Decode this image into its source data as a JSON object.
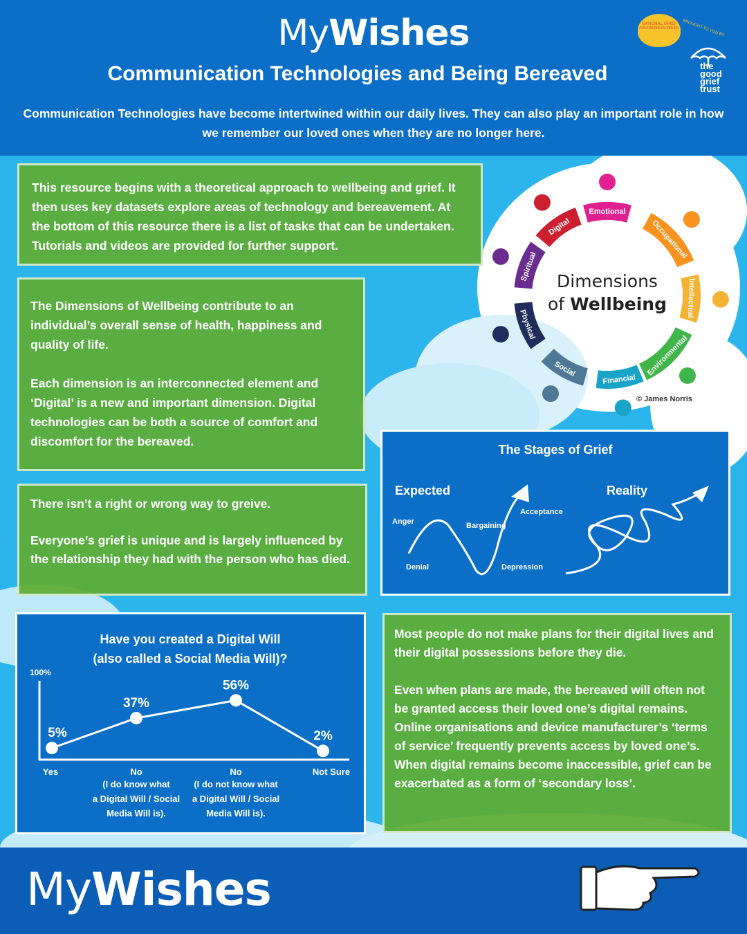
{
  "header": {
    "logo_my": "My",
    "logo_wishes": "Wishes",
    "title": "Communication Technologies and Being Bereaved",
    "intro": "Communication Technologies have become intertwined within our daily lives. They can also play an important role in how we remember our loved ones when they are no longer here.",
    "badge_heart": "NATIONAL GRIEF AWARENESS WEEK",
    "badge_brought": "BROUGHT TO YOU BY",
    "badge_goodgrief": "the good grief trust"
  },
  "box1": "This resource begins with a theoretical approach to wellbeing and grief. It then uses key datasets explore areas of technology and bereavement. At the bottom of this resource there is a list of tasks that can be undertaken. Tutorials and videos are provided for further support.",
  "box2": {
    "p1": "The Dimensions of Wellbeing contribute to an individual’s overall sense of health, happiness and quality of life.",
    "p2": "Each dimension is an interconnected element and ‘Digital’ is a new and important dimension. Digital technologies can be both a source of comfort and discomfort for the bereaved."
  },
  "box3": {
    "p1": "There isn’t a right or wrong way to greive.",
    "p2": "Everyone’s grief is unique and is largely influenced by the relationship they had with the person who has died."
  },
  "wheel": {
    "title_line1": "Dimensions",
    "title_of": "of",
    "title_bold": "Wellbeing",
    "credit": "© James Norris",
    "segments": [
      {
        "label": "Emotional",
        "color": "#e0208f"
      },
      {
        "label": "Occupational",
        "color": "#f7931e"
      },
      {
        "label": "Intellectual",
        "color": "#f5b335"
      },
      {
        "label": "Environmental",
        "color": "#3fb54a"
      },
      {
        "label": "Financial",
        "color": "#19a3c9"
      },
      {
        "label": "Social",
        "color": "#4f7896"
      },
      {
        "label": "Physical",
        "color": "#1f2d5c"
      },
      {
        "label": "Spiritual",
        "color": "#6a2d8f"
      },
      {
        "label": "Digital",
        "color": "#cc1f2f"
      }
    ]
  },
  "grief": {
    "title": "The Stages of Grief",
    "expected": "Expected",
    "reality": "Reality",
    "anger": "Anger",
    "denial": "Denial",
    "bargaining": "Bargaining",
    "depression": "Depression",
    "acceptance": "Acceptance"
  },
  "chart_data": {
    "type": "line",
    "title": "Have you created a Digital Will (also called a Social Media Will)?",
    "title_line1": "Have you created a Digital Will",
    "title_line2": "(also called a Social Media Will)?",
    "ytick_top": "100%",
    "ylim": [
      0,
      100
    ],
    "categories": [
      {
        "main": "Yes",
        "sub": []
      },
      {
        "main": "No",
        "sub": [
          "(I do know what",
          "a Digital Will / Social",
          "Media Will  is)."
        ]
      },
      {
        "main": "No",
        "sub": [
          "(I do not know what",
          "a Digital Will / Social",
          "Media Will is)."
        ]
      },
      {
        "main": "Not Sure",
        "sub": []
      }
    ],
    "values": [
      5,
      37,
      56,
      2
    ],
    "labels": [
      "5%",
      "37%",
      "56%",
      "2%"
    ]
  },
  "box4": {
    "p1": "Most people do not make plans for their digital lives and their digital possessions before they die.",
    "p2": "Even when plans are made, the bereaved will often not be granted access their loved one’s digital remains. Online organisations and device manufacturer’s ‘terms of service’ frequently prevents access by loved one’s. When digital remains become inaccessible, grief can be exacerbated as a form of ‘secondary loss’."
  },
  "footer": {
    "logo_my": "My",
    "logo_wishes": "Wishes"
  }
}
